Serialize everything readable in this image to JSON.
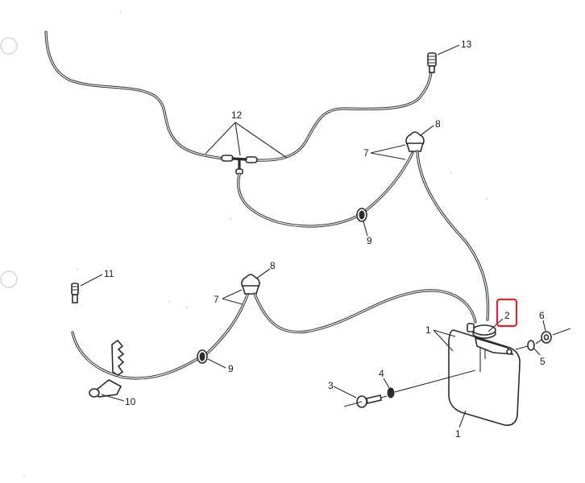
{
  "diagram": {
    "highlight_color": "#d9262c",
    "ink_color": "#2b2b2b",
    "callouts": {
      "c1a": "1",
      "c1b": "1",
      "c2": "2",
      "c3": "3",
      "c4": "4",
      "c5": "5",
      "c6": "6",
      "c7a": "7",
      "c7b": "7",
      "c8a": "8",
      "c8b": "8",
      "c9a": "9",
      "c9b": "9",
      "c10": "10",
      "c11": "11",
      "c12": "12",
      "c13": "13"
    }
  }
}
